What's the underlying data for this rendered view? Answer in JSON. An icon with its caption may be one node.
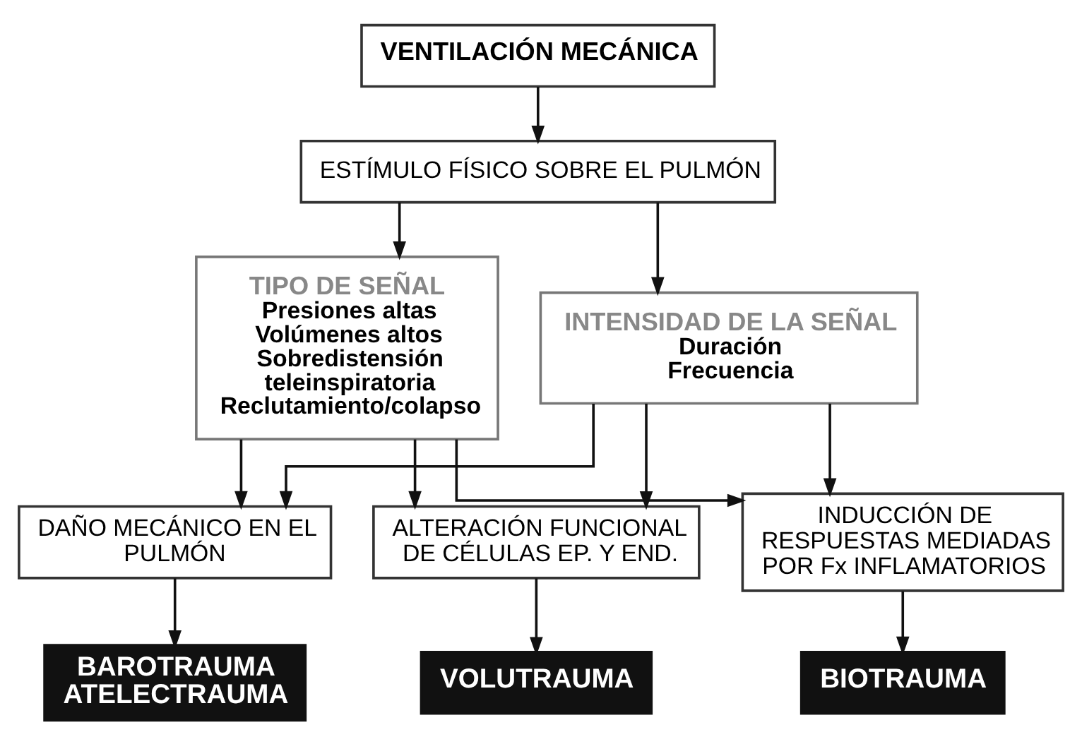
{
  "diagram": {
    "nodes": [
      {
        "text": [
          "VENTILACIÓN MECÁNICA"
        ]
      },
      {
        "text": [
          "ESTÍMULO FÍSICO SOBRE EL PULMÓN"
        ]
      },
      {
        "text": [
          "TIPO DE SEÑAL",
          "Presiones altas",
          "Volúmenes altos",
          "Sobredistensión teleinspiratoria",
          "Reclutamiento/colapso"
        ]
      },
      {
        "text": [
          "INTENSIDAD DE LA SEÑAL",
          "Duración",
          "Frecuencia"
        ]
      },
      {
        "text": [
          "DAÑO MECÁNICO EN EL PULMÓN"
        ]
      },
      {
        "text": [
          "ALTERACIÓN FUNCIONAL DE CÉLULAS EP. Y END."
        ]
      },
      {
        "text": [
          "INDUCCIÓN DE RESPUESTAS MEDIADAS POR Fx INFLAMATORIOS"
        ]
      },
      {
        "text": [
          "BAROTRAUMA",
          "ATELECTRAUMA"
        ]
      },
      {
        "text": [
          "VOLUTRAUMA"
        ]
      },
      {
        "text": [
          "BIOTRAUMA"
        ]
      }
    ],
    "edges": [
      {
        "from": 0,
        "to": 1,
        "arrow": "to"
      },
      {
        "from": 1,
        "to": 2,
        "arrow": "to"
      },
      {
        "from": 1,
        "to": 3,
        "arrow": "to"
      },
      {
        "from": 2,
        "to": 4,
        "arrow": "to"
      },
      {
        "from": 2,
        "to": 5,
        "arrow": "to"
      },
      {
        "from": 2,
        "to": 6,
        "arrow": "to"
      },
      {
        "from": 3,
        "to": 4,
        "arrow": "to"
      },
      {
        "from": 3,
        "to": 5,
        "arrow": "to"
      },
      {
        "from": 3,
        "to": 6,
        "arrow": "to"
      },
      {
        "from": 4,
        "to": 7,
        "arrow": "to"
      },
      {
        "from": 5,
        "to": 8,
        "arrow": "to"
      },
      {
        "from": 6,
        "to": 9,
        "arrow": "to"
      }
    ]
  }
}
